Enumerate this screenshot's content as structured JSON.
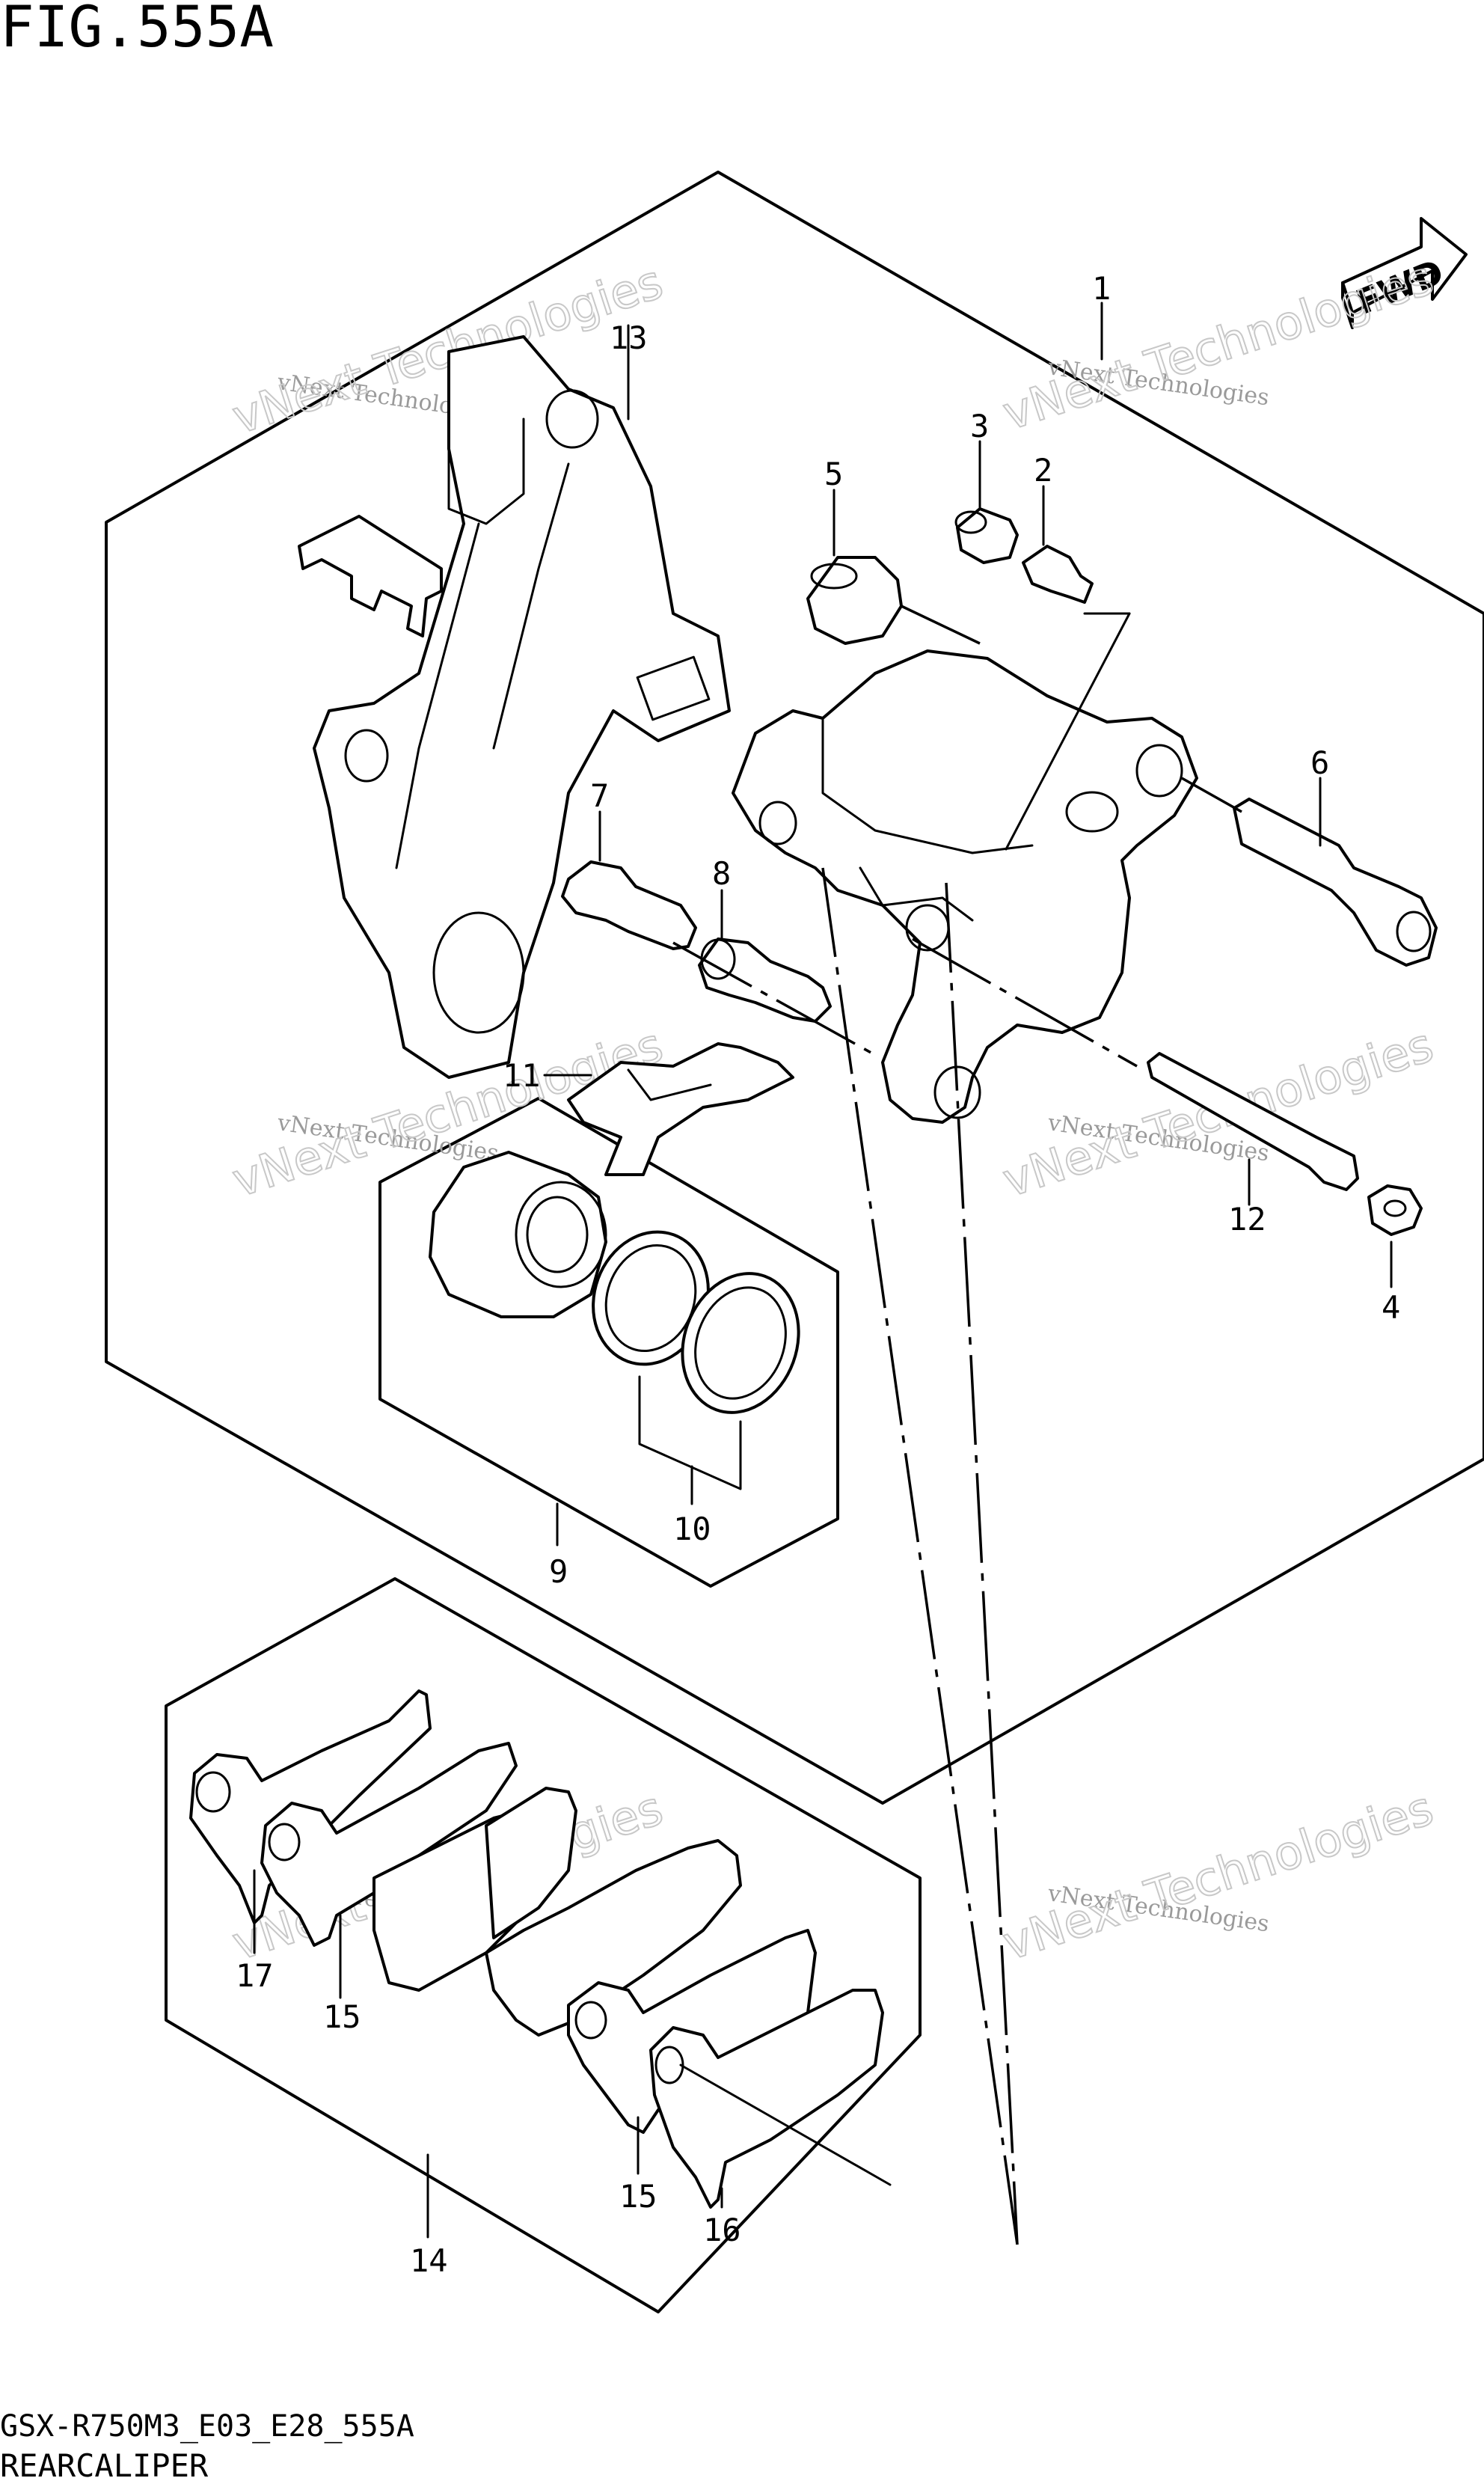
{
  "figure": {
    "title": "FIG.555A",
    "code": "GSX-R750M3_E03_E28_555A",
    "name": "REARCALIPER"
  },
  "badge": {
    "label": "FWD"
  },
  "watermark": {
    "line1": "vNext Technologies",
    "line2": "vNext Technologies"
  },
  "callouts": {
    "p1": "1",
    "p2": "2",
    "p3": "3",
    "p4": "4",
    "p5": "5",
    "p6": "6",
    "p7": "7",
    "p8": "8",
    "p9": "9",
    "p10": "10",
    "p11": "11",
    "p12": "12",
    "p13": "13",
    "p14": "14",
    "p15a": "15",
    "p15b": "15",
    "p16": "16",
    "p17": "17"
  }
}
